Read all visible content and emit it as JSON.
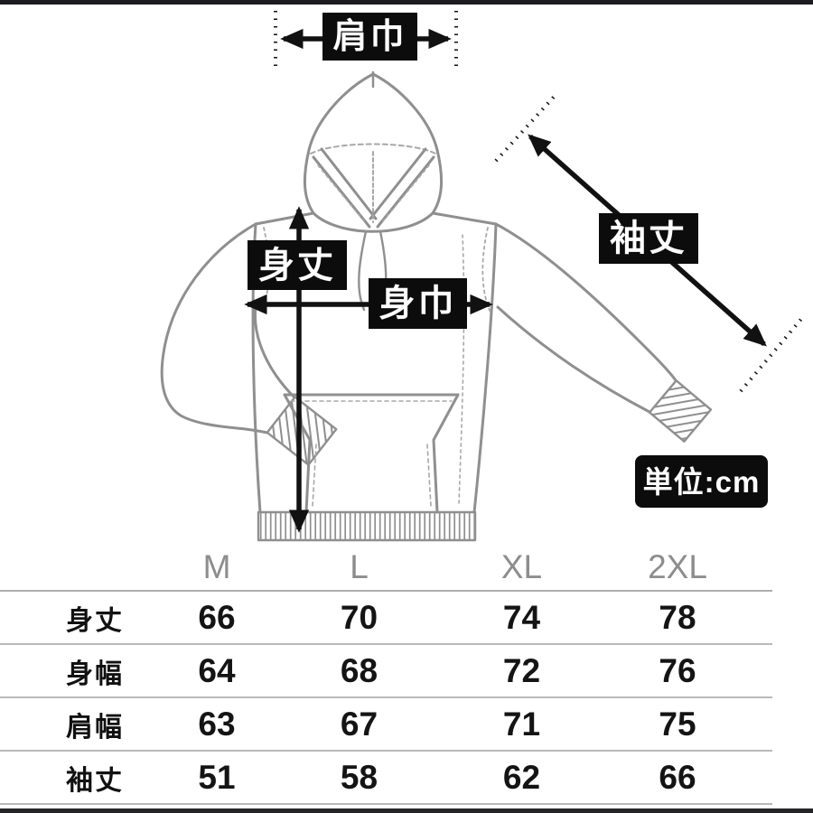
{
  "diagram": {
    "labels": {
      "shoulder_width": "肩巾",
      "body_length": "身丈",
      "body_width": "身巾",
      "sleeve_length": "袖丈",
      "unit": "単位:cm"
    }
  },
  "size_table": {
    "columns": [
      "M",
      "L",
      "XL",
      "2XL"
    ],
    "rows": [
      {
        "label": "身丈",
        "values": [
          66,
          70,
          74,
          78
        ]
      },
      {
        "label": "身幅",
        "values": [
          64,
          68,
          72,
          76
        ]
      },
      {
        "label": "肩幅",
        "values": [
          63,
          67,
          71,
          75
        ]
      },
      {
        "label": "袖丈",
        "values": [
          51,
          58,
          62,
          66
        ]
      }
    ]
  },
  "colors": {
    "line_art": "#8f8f8f",
    "annotation": "#111111",
    "label_bg": "#0c0c0c",
    "label_text": "#ffffff",
    "header_gray": "#8d8d8d",
    "separator": "#b9b9b9"
  }
}
